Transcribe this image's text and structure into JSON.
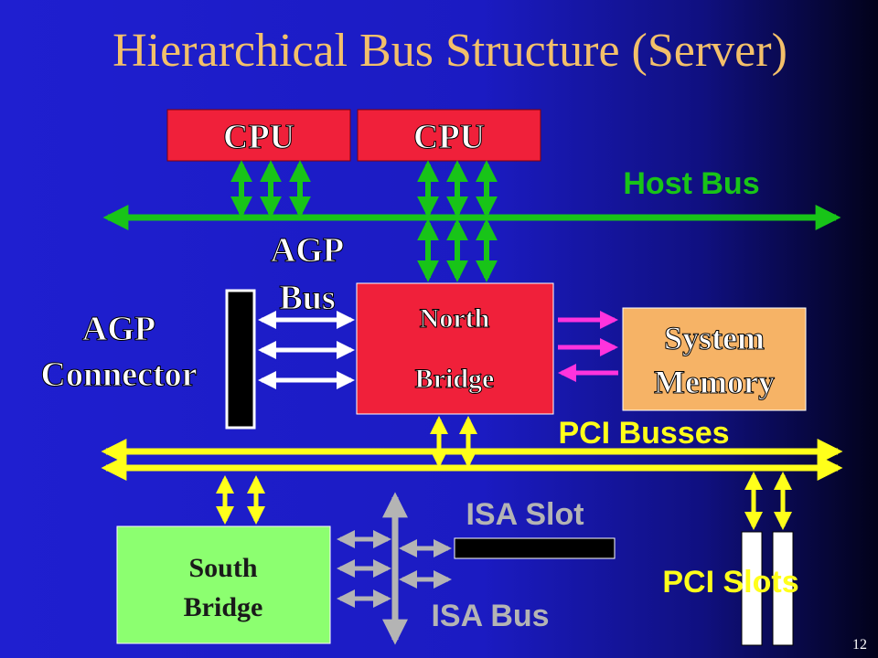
{
  "title": "Hierarchical Bus Structure (Server)",
  "page_number": "12",
  "cpu1": "CPU",
  "cpu2": "CPU",
  "host_bus": "Host Bus",
  "agp_bus_line1": "AGP",
  "agp_bus_line2": "Bus",
  "agp_connector_line1": "AGP",
  "agp_connector_line2": "Connector",
  "north_bridge_line1": "North",
  "north_bridge_line2": "Bridge",
  "system_memory_line1": "System",
  "system_memory_line2": "Memory",
  "pci_busses": "PCI Busses",
  "south_bridge_line1": "South",
  "south_bridge_line2": "Bridge",
  "isa_slot": "ISA Slot",
  "isa_bus": "ISA Bus",
  "pci_slots": "PCI Slots",
  "colors": {
    "background_left": "#1f1fd0",
    "title": "#f3c06a",
    "cpu": "#f0203a",
    "host_bus": "#18c418",
    "north_bridge": "#f0203a",
    "system_memory": "#f6b366",
    "memory_arrows": "#ff33dd",
    "pci_bus": "#ffff1a",
    "south_bridge": "#8cff70",
    "isa_gray": "#b4b4b4"
  }
}
